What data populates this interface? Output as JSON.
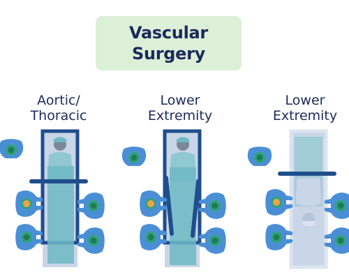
{
  "title": {
    "line1": "Vascular",
    "line2": "Surgery"
  },
  "panels": [
    {
      "label_line1": "Aortic/",
      "label_line2": "Thoracic"
    },
    {
      "label_line1": "Lower",
      "label_line2": "Extremity"
    },
    {
      "label_line1": "Lower",
      "label_line2": "Extremity"
    }
  ],
  "colors": {
    "title_bg": "#dcefd7",
    "title_text": "#1b2a5b",
    "table_frame": "#1f4e8c",
    "table_fill": "#c9d6e8",
    "drape": "#6fb8c4",
    "staff_gown": "#4a8fd6",
    "staff_head": "#2fa37a",
    "patient_head": "#7a8a99"
  }
}
